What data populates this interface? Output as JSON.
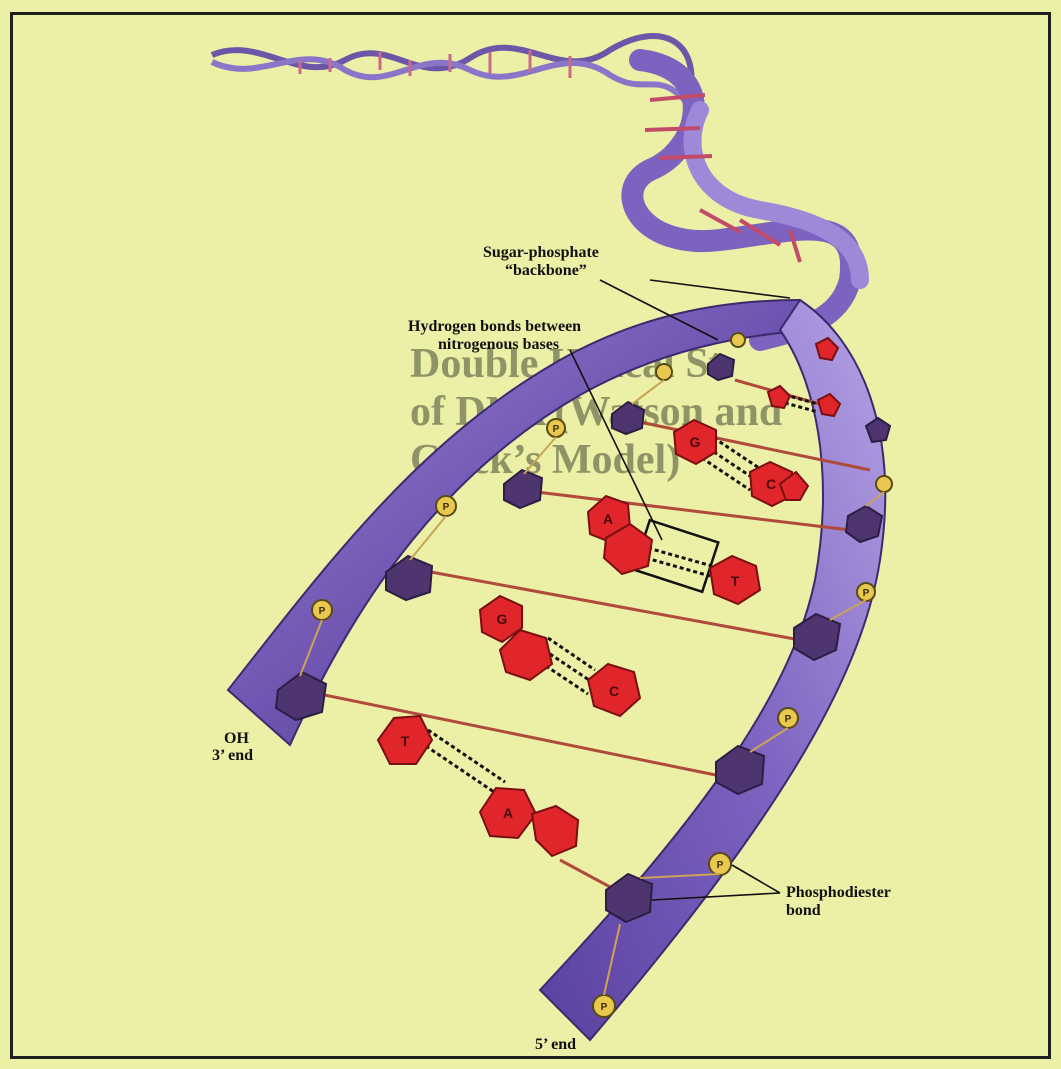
{
  "labels": {
    "sugar_phosphate_line1": "Sugar-phosphate",
    "sugar_phosphate_line2": "“backbone”",
    "hydrogen_line1": "Hydrogen bonds between",
    "hydrogen_line2": "nitrogenous bases",
    "oh": "OH",
    "three_end": "3’ end",
    "phosphodiester_line1": "Phosphodiester",
    "phosphodiester_line2": "bond",
    "five_end": "5’ end"
  },
  "bases": [
    "A",
    "T",
    "G",
    "C",
    "G",
    "C",
    "T",
    "A"
  ],
  "phosphate_symbol": "P",
  "background_text": {
    "heading": [
      "Double Helical St",
      "of DNA (Watson and",
      "Crick’s Model)"
    ]
  },
  "colors": {
    "background": "#ecefa6",
    "backbone": "#7a5fb8",
    "base": "#e0262b",
    "sugar": "#4e3570",
    "phosphate": "#e8c84e"
  }
}
